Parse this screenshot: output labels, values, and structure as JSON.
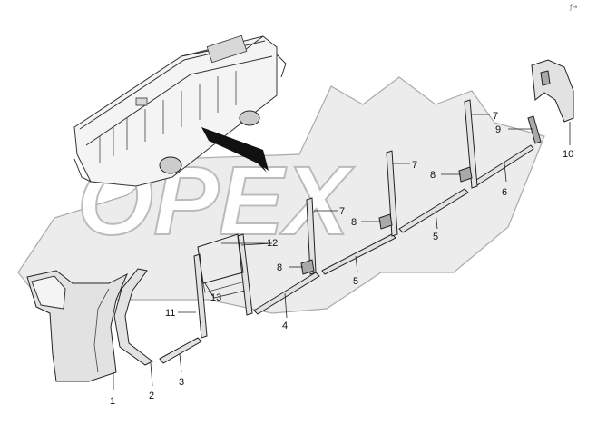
{
  "watermark": {
    "text": "OPEX"
  },
  "corner_mark": "ƒ→",
  "callouts": [
    "1",
    "2",
    "3",
    "4",
    "5",
    "6",
    "7",
    "7",
    "7",
    "8",
    "8",
    "8",
    "9",
    "10",
    "11",
    "12",
    "13"
  ],
  "part_numbers": {
    "p1": "1",
    "p2": "2",
    "p3": "3",
    "p4": "4",
    "p5a": "5",
    "p5b": "5",
    "p6": "6",
    "p7a": "7",
    "p7b": "7",
    "p7c": "7",
    "p8a": "8",
    "p8b": "8",
    "p8c": "8",
    "p9": "9",
    "p10": "10",
    "p11": "11",
    "p12": "12",
    "p13": "13"
  },
  "colors": {
    "line": "#222222",
    "panel": "#e2e2e2",
    "watermark": "#ececec"
  }
}
